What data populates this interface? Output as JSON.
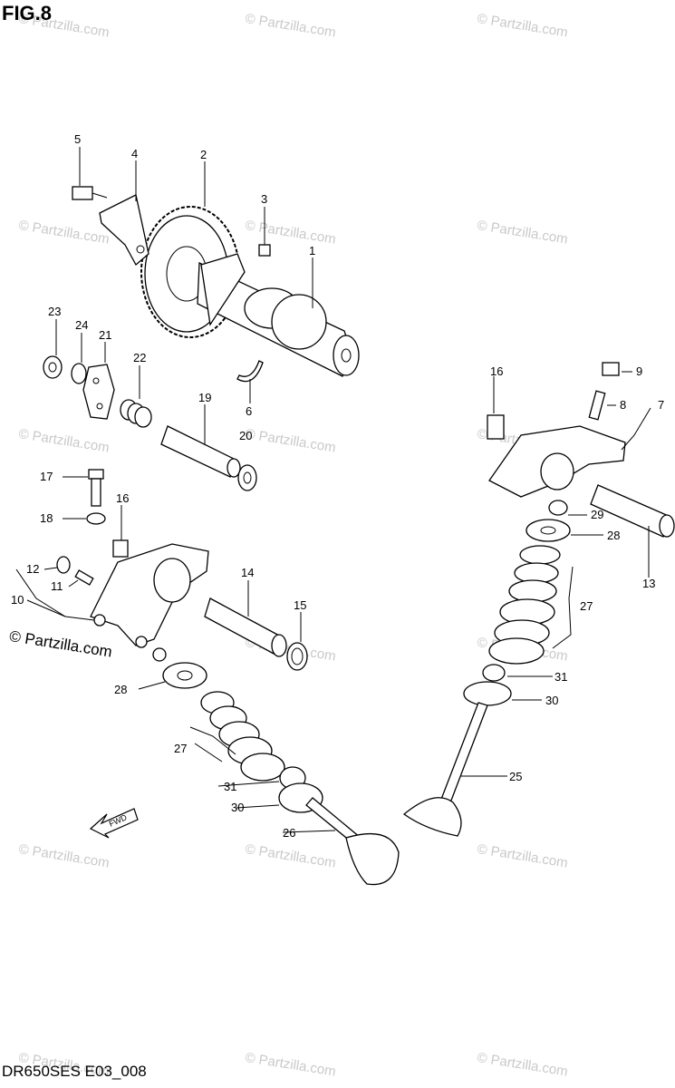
{
  "title": "FIG.8",
  "footer_code": "DR650SES E03_008",
  "brand": "© Partzilla.com",
  "watermark": "© Partzilla.com",
  "fwd_label": "FWD",
  "callouts": {
    "c1": "1",
    "c2": "2",
    "c3": "3",
    "c4": "4",
    "c5": "5",
    "c6": "6",
    "c7": "7",
    "c8": "8",
    "c9": "9",
    "c10": "10",
    "c11": "11",
    "c12": "12",
    "c13": "13",
    "c14": "14",
    "c15": "15",
    "c16a": "16",
    "c16b": "16",
    "c17": "17",
    "c18": "18",
    "c19": "19",
    "c20": "20",
    "c21": "21",
    "c22": "22",
    "c23": "23",
    "c24": "24",
    "c25": "25",
    "c26": "26",
    "c27a": "27",
    "c27b": "27",
    "c28a": "28",
    "c28b": "28",
    "c29": "29",
    "c30a": "30",
    "c30b": "30",
    "c31a": "31",
    "c31b": "31"
  }
}
